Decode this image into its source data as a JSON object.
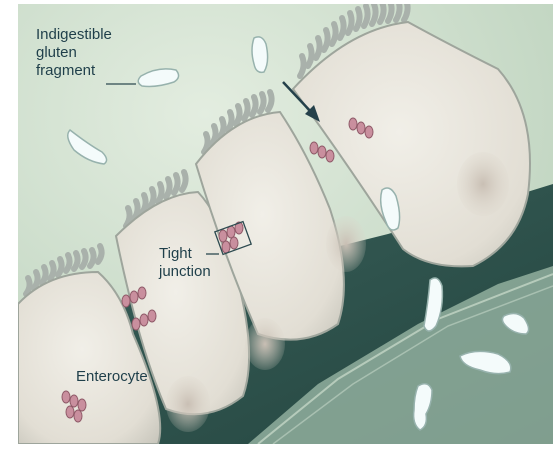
{
  "labels": {
    "gluten_line1": "Indigestible",
    "gluten_line2": "gluten",
    "gluten_line3": "fragment",
    "tight_line1": "Tight",
    "tight_line2": "junction",
    "enterocyte": "Enterocyte"
  },
  "colors": {
    "background": "#c9dbc8",
    "cell": "#e7e4dc",
    "lamina": "#2f5753",
    "fragment": "#f4fbfb",
    "text": "#1f3f4a"
  }
}
